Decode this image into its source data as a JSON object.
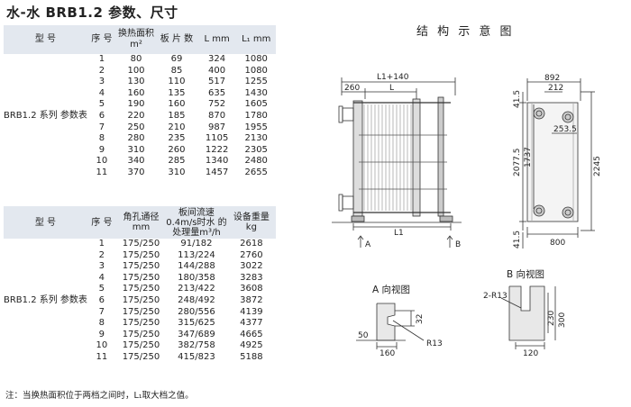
{
  "title": "水-水 BRB1.2 参数、尺寸",
  "table1": {
    "headers": [
      "型 号",
      "序 号",
      "换热面积 m²",
      "板 片 数",
      "L mm",
      "L₁ mm"
    ],
    "group": "BRB1.2 系列 参数表",
    "rows": [
      [
        "1",
        "80",
        "69",
        "324",
        "1080"
      ],
      [
        "2",
        "100",
        "85",
        "400",
        "1080"
      ],
      [
        "3",
        "130",
        "110",
        "517",
        "1255"
      ],
      [
        "4",
        "160",
        "135",
        "635",
        "1430"
      ],
      [
        "5",
        "190",
        "160",
        "752",
        "1605"
      ],
      [
        "6",
        "220",
        "185",
        "870",
        "1780"
      ],
      [
        "7",
        "250",
        "210",
        "987",
        "1955"
      ],
      [
        "8",
        "280",
        "235",
        "1105",
        "2130"
      ],
      [
        "9",
        "310",
        "260",
        "1222",
        "2305"
      ],
      [
        "10",
        "340",
        "285",
        "1340",
        "2480"
      ],
      [
        "11",
        "370",
        "310",
        "1457",
        "2655"
      ]
    ]
  },
  "table2": {
    "headers": [
      "型 号",
      "序 号",
      "角孔通径 mm",
      "板间流速 0.4m/s时水 的处理量m³/h",
      "设备重量 kg"
    ],
    "group": "BRB1.2 系列 参数表",
    "rows": [
      [
        "1",
        "175/250",
        "91/182",
        "2618"
      ],
      [
        "2",
        "175/250",
        "113/224",
        "2760"
      ],
      [
        "3",
        "175/250",
        "144/288",
        "3022"
      ],
      [
        "4",
        "175/250",
        "180/358",
        "3283"
      ],
      [
        "5",
        "175/250",
        "213/422",
        "3608"
      ],
      [
        "6",
        "175/250",
        "248/492",
        "3872"
      ],
      [
        "7",
        "175/250",
        "280/556",
        "4139"
      ],
      [
        "8",
        "175/250",
        "315/625",
        "4377"
      ],
      [
        "9",
        "175/250",
        "347/689",
        "4665"
      ],
      [
        "10",
        "175/250",
        "382/758",
        "4925"
      ],
      [
        "11",
        "175/250",
        "415/823",
        "5188"
      ]
    ]
  },
  "note": "注：当换热面积位于两档之间时，L₁取大档之值。",
  "diagram": {
    "title": "结 构 示 意 图",
    "dims": {
      "l1_140": "L1+140",
      "d260": "260",
      "l": "L",
      "l1": "L1",
      "a": "A",
      "b": "B",
      "d892": "892",
      "d212": "212",
      "d253": "253.5",
      "d415a": "41.5",
      "d415b": "41.5",
      "d2077": "2077.5",
      "d1737": "1737",
      "d2245": "2245",
      "d800": "800"
    },
    "view_a": {
      "caption": "A 向视图",
      "d32": "32",
      "d50": "50",
      "d160": "160",
      "r13": "R13"
    },
    "view_b": {
      "caption": "B 向视图",
      "r13": "2-R13",
      "d230": "230",
      "d300": "300",
      "d120": "120"
    }
  }
}
